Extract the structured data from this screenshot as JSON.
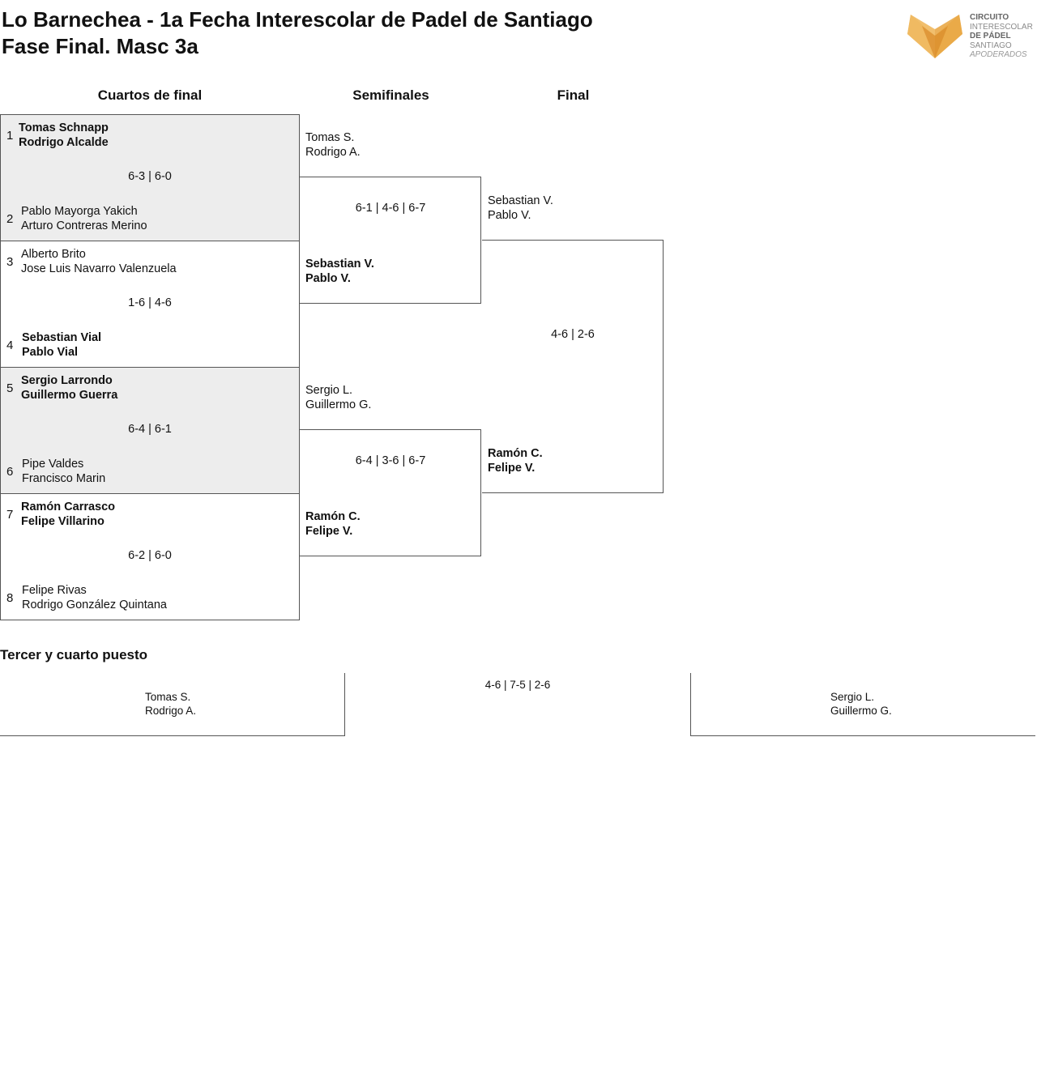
{
  "header": {
    "title_line1": "Lo Barnechea - 1a Fecha Interescolar de Padel de Santiago",
    "title_line2": "Fase Final. Masc 3a"
  },
  "logo": {
    "icon": "fox-logo-icon",
    "color": "#e8a33d",
    "lines": [
      "CIRCUITO",
      "INTERESCOLAR",
      "DE PÁDEL",
      "SANTIAGO",
      "APODERADOS"
    ]
  },
  "rounds": {
    "quarterfinals": "Cuartos de final",
    "semifinals": "Semifinales",
    "final": "Final"
  },
  "quarterfinals": [
    {
      "top": {
        "seed": "1",
        "p1": "Tomas Schnapp",
        "p2": "Rodrigo Alcalde"
      },
      "score": "6-3 | 6-0",
      "bottom": {
        "seed": "2",
        "p1": "Pablo Mayorga Yakich",
        "p2": "Arturo Contreras Merino"
      }
    },
    {
      "top": {
        "seed": "3",
        "p1": "Alberto Brito",
        "p2": "Jose Luis Navarro Valenzuela"
      },
      "score": "1-6 | 4-6",
      "bottom": {
        "seed": "4",
        "p1": "Sebastian Vial",
        "p2": "Pablo Vial"
      }
    },
    {
      "top": {
        "seed": "5",
        "p1": "Sergio Larrondo",
        "p2": "Guillermo Guerra"
      },
      "score": "6-4 | 6-1",
      "bottom": {
        "seed": "6",
        "p1": "Pipe Valdes",
        "p2": "Francisco Marin"
      }
    },
    {
      "top": {
        "seed": "7",
        "p1": "Ramón Carrasco",
        "p2": "Felipe Villarino"
      },
      "score": "6-2 | 6-0",
      "bottom": {
        "seed": "8",
        "p1": "Felipe Rivas",
        "p2": "Rodrigo González Quintana"
      }
    }
  ],
  "semifinals": [
    {
      "top": {
        "p1": "Tomas S.",
        "p2": "Rodrigo A."
      },
      "score": "6-1 | 4-6 | 6-7",
      "bottom": {
        "p1": "Sebastian V.",
        "p2": "Pablo V."
      }
    },
    {
      "top": {
        "p1": "Sergio L.",
        "p2": "Guillermo G."
      },
      "score": "6-4 | 3-6 | 6-7",
      "bottom": {
        "p1": "Ramón C.",
        "p2": "Felipe V."
      }
    }
  ],
  "final": {
    "top": {
      "p1": "Sebastian V.",
      "p2": "Pablo V."
    },
    "score": "4-6 | 2-6",
    "bottom": {
      "p1": "Ramón C.",
      "p2": "Felipe V."
    }
  },
  "third_place": {
    "title": "Tercer y cuarto puesto",
    "left": {
      "p1": "Tomas S.",
      "p2": "Rodrigo A."
    },
    "score": "4-6 | 7-5 | 2-6",
    "right": {
      "p1": "Sergio L.",
      "p2": "Guillermo G."
    }
  }
}
